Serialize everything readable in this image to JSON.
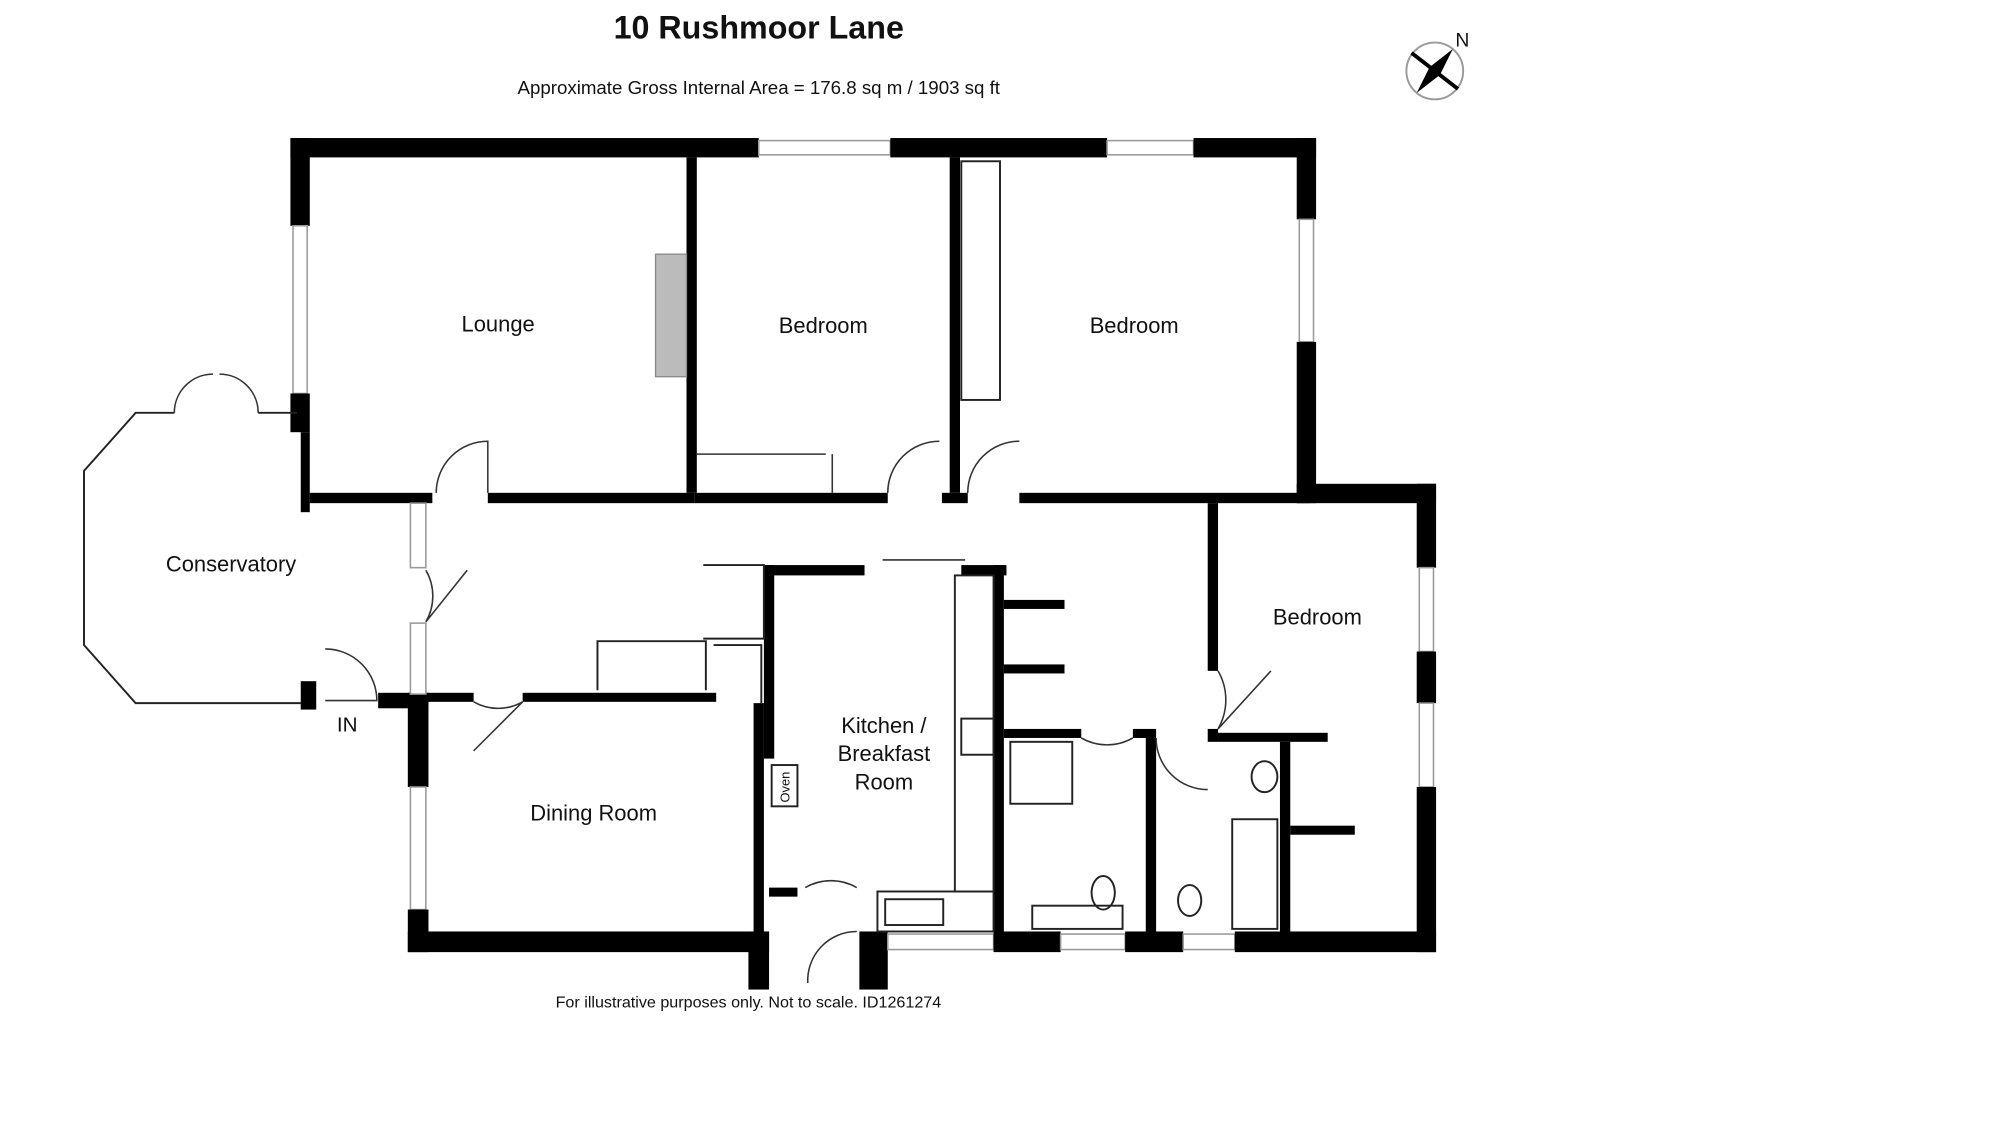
{
  "title": "10 Rushmoor Lane",
  "subtitle": "Approximate Gross Internal Area = 176.8 sq m / 1903 sq ft",
  "compass_label": "N",
  "rooms": {
    "lounge": "Lounge",
    "bedroom_1": "Bedroom",
    "bedroom_2": "Bedroom",
    "bedroom_3": "Bedroom",
    "conservatory": "Conservatory",
    "dining": "Dining Room",
    "kitchen_line1": "Kitchen /",
    "kitchen_line2": "Breakfast",
    "kitchen_line3": "Room",
    "oven": "Oven"
  },
  "entrance_label": "IN",
  "footer": "For illustrative purposes only. Not to scale. ID1261274"
}
